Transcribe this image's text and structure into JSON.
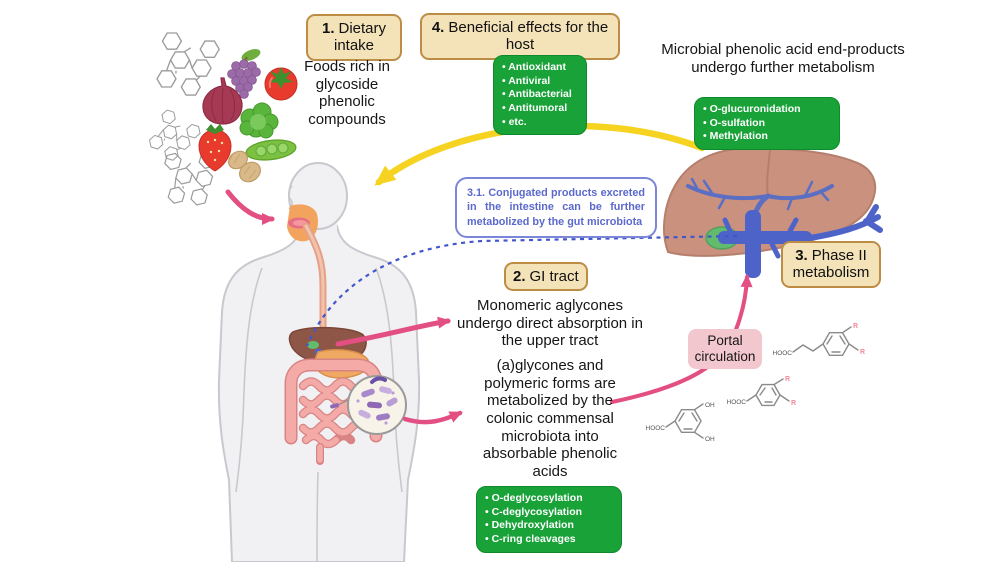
{
  "labels": {
    "step1": {
      "number": "1.",
      "text": "Dietary intake"
    },
    "step2": {
      "number": "2.",
      "text": "GI tract"
    },
    "step3": {
      "number": "3.",
      "text": "Phase II metabolism"
    },
    "step4": {
      "number": "4.",
      "text": "Beneficial effects for the host"
    }
  },
  "texts": {
    "foods": "Foods rich in glycoside phenolic compounds",
    "microbial": "Microbial phenolic acid end-products undergo further metabolism",
    "note31": "3.1. Conjugated products excreted in the intestine can be further metabolized by the gut microbiota",
    "monomeric": "Monomeric aglycones undergo direct absorption in the upper tract",
    "aglycones": "(a)glycones and polymeric forms are metabolized by the colonic commensal microbiota into absorbable phenolic acids",
    "portal": "Portal circulation"
  },
  "lists": {
    "beneficial": [
      "Antioxidant",
      "Antiviral",
      "Antibacterial",
      "Antitumoral",
      "etc."
    ],
    "conjugation": [
      "O-glucuronidation",
      "O-sulfation",
      "Methylation"
    ],
    "colonic": [
      "O-deglycosylation",
      "C-deglycosylation",
      "Dehydroxylation",
      "C-ring cleavages"
    ]
  },
  "molecules": {
    "acid_label": "HOOC",
    "hydroxyl_label": "OH",
    "r_label": "R"
  },
  "colors": {
    "tan_box_bg": "#F4E2B9",
    "tan_box_border": "#BE8D45",
    "green_box": "#18A238",
    "note_border": "#7B86D9",
    "note_text": "#5B68CC",
    "portal_bg": "#F3C7CE",
    "pink_arrow": "#E34F82",
    "yellow_arrow": "#F6D321",
    "dashed_blue": "#4156CC",
    "liver": "#C9917E",
    "vein_blue": "#4D63C8"
  }
}
